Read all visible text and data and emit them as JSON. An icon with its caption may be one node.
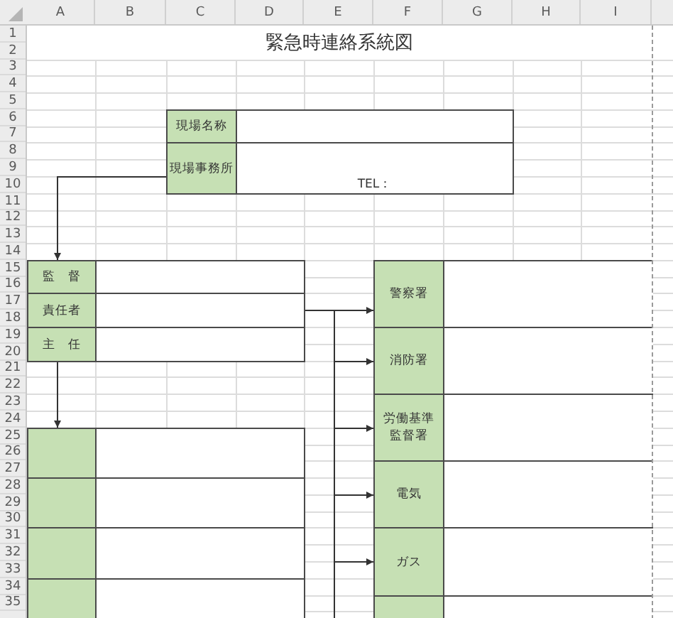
{
  "diagram": {
    "title": "緊急時連絡系統図",
    "nodes": [
      {
        "text": [
          "現場名称"
        ]
      },
      {
        "text": [],
        "shape": "box"
      },
      {
        "text": [
          "現場事務所"
        ]
      },
      {
        "text": [
          "TEL："
        ]
      },
      {
        "text": [
          "監　督"
        ]
      },
      {
        "text": [],
        "shape": "box"
      },
      {
        "text": [
          "責任者"
        ]
      },
      {
        "text": [],
        "shape": "box"
      },
      {
        "text": [
          "主　任"
        ]
      },
      {
        "text": [],
        "shape": "box"
      },
      {
        "text": [],
        "shape": "box"
      },
      {
        "text": [],
        "shape": "box"
      },
      {
        "text": [],
        "shape": "box"
      },
      {
        "text": [],
        "shape": "box"
      },
      {
        "text": [],
        "shape": "box"
      },
      {
        "text": [],
        "shape": "box"
      },
      {
        "text": [],
        "shape": "box"
      },
      {
        "text": [],
        "shape": "box"
      },
      {
        "text": [
          "警察署"
        ]
      },
      {
        "text": [],
        "shape": "box"
      },
      {
        "text": [
          "消防署"
        ]
      },
      {
        "text": [],
        "shape": "box"
      },
      {
        "text": [
          "労働基準監督署"
        ]
      },
      {
        "text": [],
        "shape": "box"
      },
      {
        "text": [
          "電気"
        ]
      },
      {
        "text": [],
        "shape": "box"
      },
      {
        "text": [
          "ガス"
        ]
      },
      {
        "text": [],
        "shape": "box"
      },
      {
        "text": [],
        "shape": "box"
      },
      {
        "text": [],
        "shape": "box"
      }
    ],
    "edges": [
      {
        "from": 2,
        "to": 4,
        "arrow": "to"
      },
      {
        "from": 8,
        "to": 10,
        "arrow": "to"
      },
      {
        "from": 7,
        "to": 18,
        "arrow": "to"
      },
      {
        "from": 7,
        "to": 20,
        "arrow": "to"
      },
      {
        "from": 7,
        "to": 22,
        "arrow": "to"
      },
      {
        "from": 7,
        "to": 24,
        "arrow": "to"
      },
      {
        "from": 7,
        "to": 26,
        "arrow": "to"
      }
    ],
    "labels": [
      "A",
      "B",
      "C",
      "D",
      "E",
      "F",
      "G",
      "H",
      "I",
      "1",
      "2",
      "3",
      "4",
      "5",
      "6",
      "7",
      "8",
      "9",
      "10",
      "11",
      "12",
      "13",
      "14",
      "15",
      "16",
      "17",
      "18",
      "19",
      "20",
      "21",
      "22",
      "23",
      "24",
      "25",
      "26",
      "27",
      "28",
      "29",
      "30",
      "31",
      "32",
      "33",
      "34",
      "35"
    ]
  }
}
